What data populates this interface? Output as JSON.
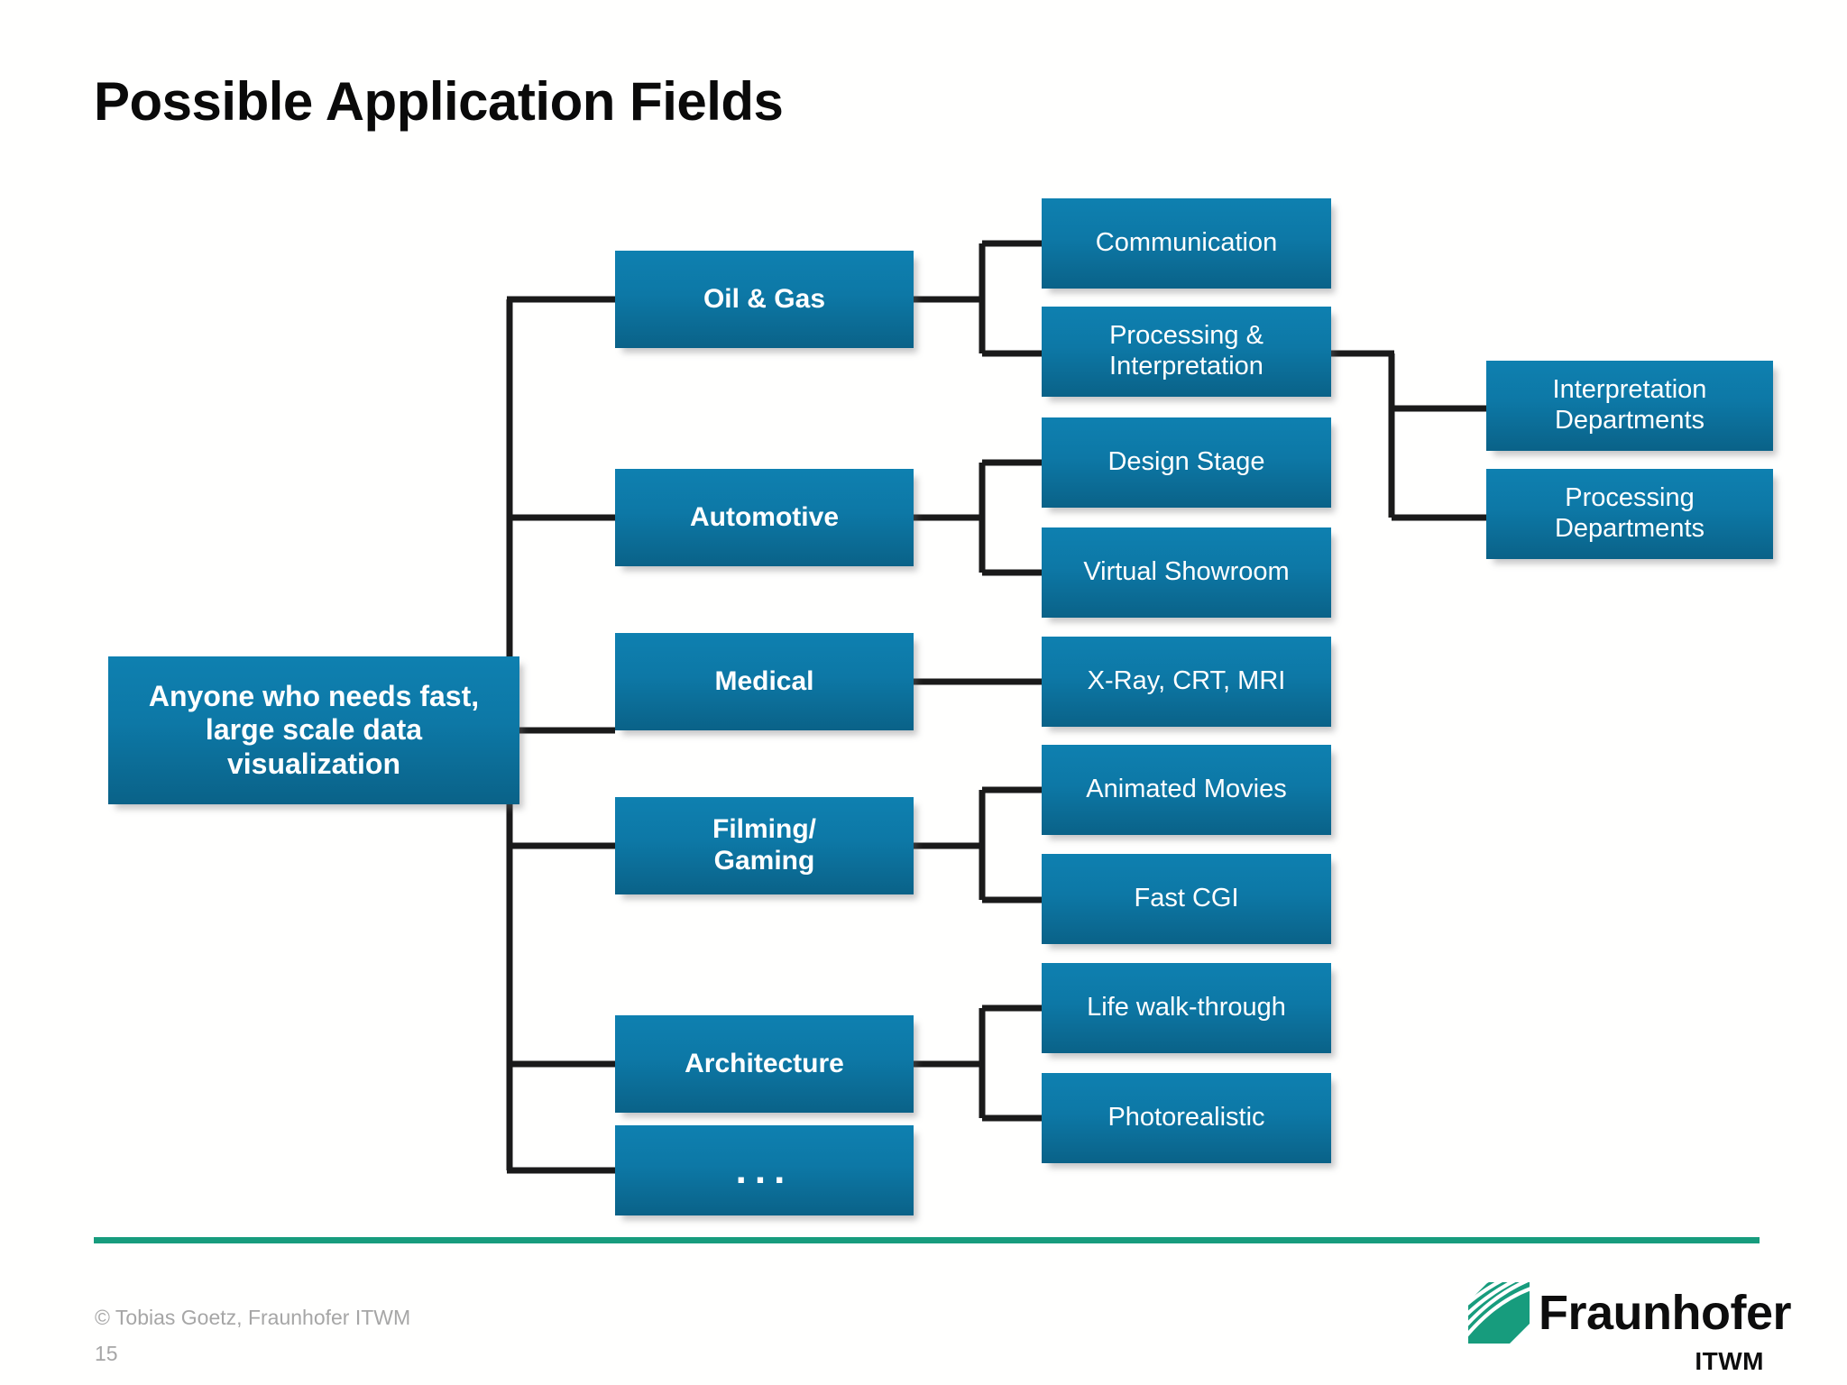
{
  "slide": {
    "title": "Possible Application Fields",
    "background_color": "#fffffe",
    "accent_color": "#179c7d",
    "node_color_top": "#0e80b0",
    "node_color_bottom": "#0a6288",
    "connector_color": "#1a1a1a"
  },
  "diagram": {
    "type": "tree",
    "root": {
      "label": "Anyone who needs fast, large scale data visualization",
      "line1": "Anyone who needs fast,",
      "line2": "large scale data",
      "line3": "visualization"
    },
    "branches": [
      {
        "label": "Oil & Gas",
        "children": [
          {
            "label": "Communication",
            "children": []
          },
          {
            "label": "Processing & Interpretation",
            "children": [
              {
                "label": "Interpretation Departments"
              },
              {
                "label": "Processing Departments"
              }
            ]
          }
        ]
      },
      {
        "label": "Automotive",
        "children": [
          {
            "label": "Design Stage",
            "children": []
          },
          {
            "label": "Virtual Showroom",
            "children": []
          }
        ]
      },
      {
        "label": "Medical",
        "children": [
          {
            "label": "X-Ray, CRT, MRI",
            "children": []
          }
        ]
      },
      {
        "label": "Filming/ Gaming",
        "line1": "Filming/",
        "line2": "Gaming",
        "children": [
          {
            "label": "Animated Movies",
            "children": []
          },
          {
            "label": "Fast CGI",
            "children": []
          }
        ]
      },
      {
        "label": "Architecture",
        "children": [
          {
            "label": "Life walk-through",
            "children": []
          },
          {
            "label": "Photorealistic",
            "children": []
          }
        ]
      },
      {
        "label": "...",
        "children": []
      }
    ]
  },
  "footer": {
    "copyright": "© Tobias Goetz, Fraunhofer ITWM",
    "page_number": "15"
  },
  "logo": {
    "wordmark": "Fraunhofer",
    "subtitle": "ITWM",
    "mark_color": "#179c7d"
  }
}
